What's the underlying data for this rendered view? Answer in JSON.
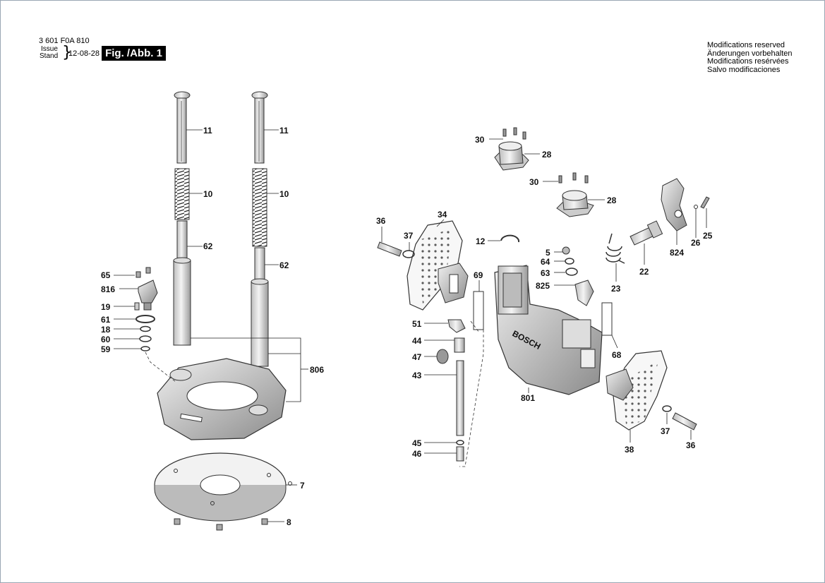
{
  "header": {
    "document_number": "3 601 F0A 810",
    "issue_label": "Issue",
    "stand_label": "Stand",
    "brace": "}",
    "date": "12-08-28",
    "figure_label": "Fig. /Abb. 1"
  },
  "notice": [
    "Modifications reserved",
    "Änderungen vorbehalten",
    "Modifications resérvées",
    "Salvo modificaciones"
  ],
  "parts": {
    "p11a": "11",
    "p11b": "11",
    "p10a": "10",
    "p10b": "10",
    "p62a": "62",
    "p62b": "62",
    "p65": "65",
    "p816": "816",
    "p19": "19",
    "p61": "61",
    "p18": "18",
    "p60": "60",
    "p59": "59",
    "p806": "806",
    "p7": "7",
    "p8": "8",
    "p30a": "30",
    "p28a": "28",
    "p30b": "30",
    "p28b": "28",
    "p36a": "36",
    "p37a": "37",
    "p34": "34",
    "p12": "12",
    "p69": "69",
    "p5": "5",
    "p64": "64",
    "p63": "63",
    "p825": "825",
    "p23": "23",
    "p22": "22",
    "p824": "824",
    "p26": "26",
    "p25": "25",
    "p51": "51",
    "p44": "44",
    "p47": "47",
    "p43": "43",
    "p45": "45",
    "p46": "46",
    "p801": "801",
    "p68": "68",
    "p37b": "37",
    "p36b": "36",
    "p38": "38"
  },
  "housing_brand": "BOSCH"
}
